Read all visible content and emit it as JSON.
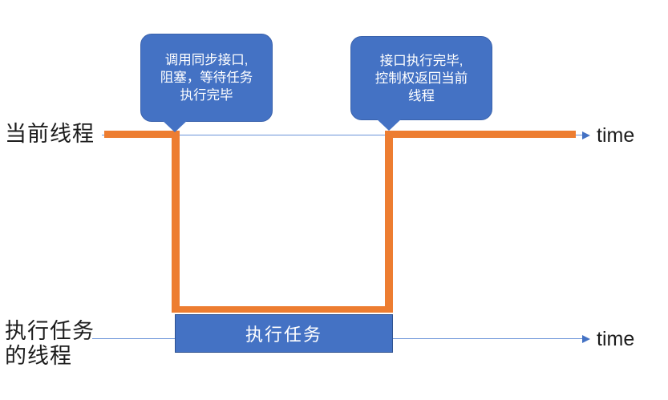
{
  "bubbles": [
    {
      "name": "sync-call-bubble",
      "text": "调用同步接口,\n阻塞，等待任务\n执行完毕"
    },
    {
      "name": "return-bubble",
      "text": "接口执行完毕,\n控制权返回当前\n线程"
    }
  ],
  "lanes": [
    {
      "label": "当前线程",
      "time_label": "time"
    },
    {
      "label": "执行任务\n的线程",
      "time_label": "time"
    }
  ],
  "task_box": {
    "label": "执行任务"
  },
  "colors": {
    "blue": "#4472C4",
    "orange": "#ED7D31",
    "line_blue": "#6A93D8",
    "arrow_blue": "#4472C4"
  }
}
